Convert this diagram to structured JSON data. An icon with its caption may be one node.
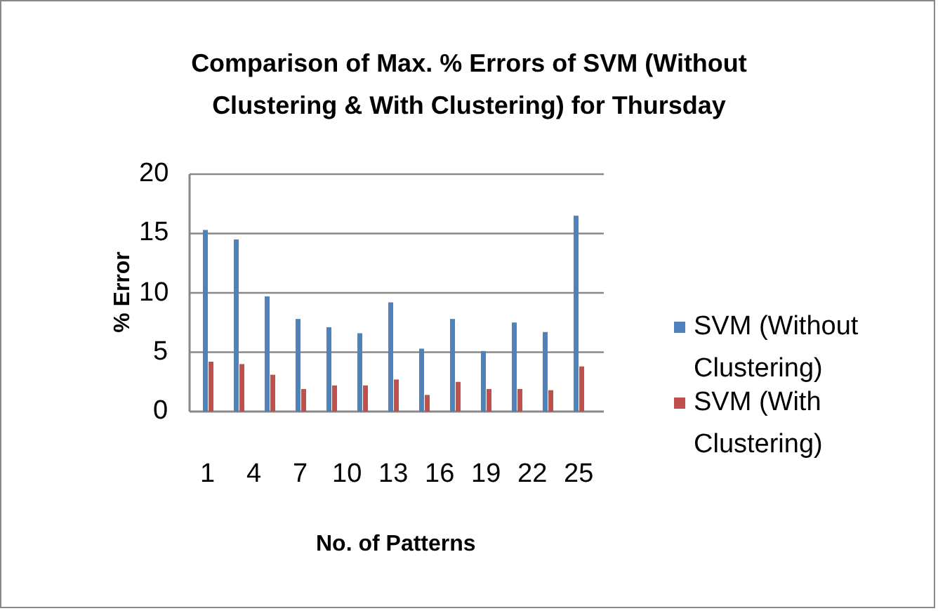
{
  "diagram": {
    "chart_data": {
      "type": "bar",
      "title": "Comparison of Max. % Errors of SVM (Without Clustering & With Clustering) for Thursday",
      "xlabel": "No. of Patterns",
      "ylabel": "% Error",
      "categories": [
        1,
        null,
        null,
        4,
        null,
        null,
        7,
        null,
        null,
        10,
        null,
        null,
        13,
        null,
        null,
        16,
        null,
        null,
        19,
        null,
        null,
        22,
        null,
        null,
        25
      ],
      "yticks": [
        0,
        5,
        10,
        15,
        20
      ],
      "ylim": [
        0,
        20
      ],
      "grid": true,
      "legend": "right",
      "series": [
        {
          "name": "SVM (Without Clustering)",
          "color": "#4f81bd",
          "values": [
            15.3,
            null,
            14.5,
            null,
            9.7,
            null,
            7.8,
            null,
            7.1,
            null,
            6.6,
            null,
            9.2,
            null,
            5.3,
            null,
            7.8,
            null,
            5.1,
            null,
            7.5,
            null,
            6.7,
            null,
            16.5
          ]
        },
        {
          "name": "SVM (With Clustering)",
          "color": "#c0504d",
          "values": [
            4.2,
            null,
            4.0,
            null,
            3.1,
            null,
            1.9,
            null,
            2.2,
            null,
            2.2,
            null,
            2.7,
            null,
            1.4,
            null,
            2.5,
            null,
            1.9,
            null,
            1.9,
            null,
            1.8,
            null,
            3.8
          ]
        }
      ]
    }
  }
}
